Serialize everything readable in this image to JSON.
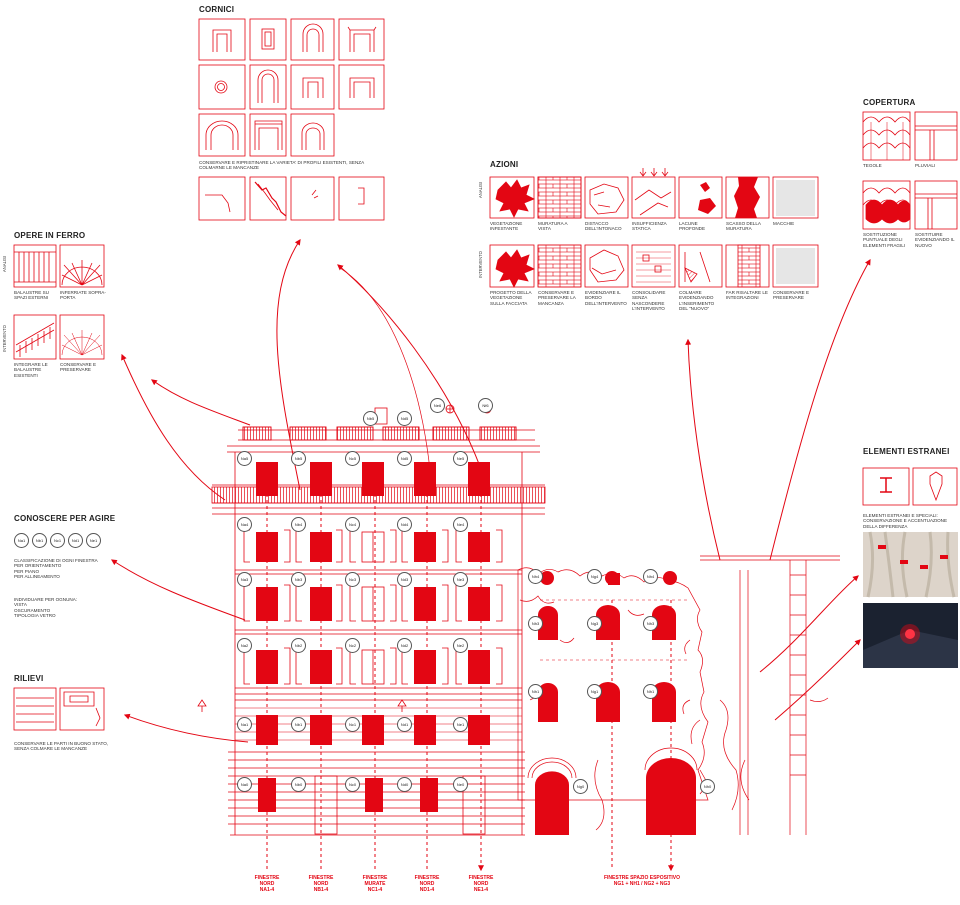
{
  "sections": {
    "cornici": {
      "title": "CORNICI",
      "caption": "CONSERVARE E RIPRISTINARE LA VARIETA' DI PROFILI ESISTENTI, SENZA COLMARNE LE MANCANZE"
    },
    "copertura": {
      "title": "COPERTURA",
      "tiles": [
        "TEGOLE",
        "PLUVIALI",
        "SOSTITUZIONE PUNTUALE DEGLI ELEMENTI FRAGILI",
        "SOSTITUIRE EVIDENZIANDO IL NUOVO"
      ]
    },
    "azioni": {
      "title": "AZIONI",
      "row_labels": [
        "ANALISI",
        "INTERVENTO"
      ],
      "analisi": [
        "VEGETAZIONE INFESTANTE",
        "MURATURA A VISTA",
        "DISTACCO DELL'INTONACO",
        "INSUFFICIENZA STATICA",
        "LACUNE PROFONDE",
        "SCASSO DELLA MURATURA",
        "MACCHIE"
      ],
      "intervento": [
        "PROGETTO DELLA VEGETAZIONE SULLA FACCIATA",
        "CONSERVARE E PRESERVARE LA MANCANZA",
        "EVIDENZIARE IL BORDO DELL'INTERVENTO",
        "CONSOLIDARE SENZA NASCONDERE L'INTERVENTO",
        "COLMARE EVIDENZIANDO L'INSERIMENTO DEL \"NUOVO\"",
        "FAR RISALTARE LE INTEGRAZIONI",
        "CONSERVARE E PRESERVARE"
      ]
    },
    "opere_in_ferro": {
      "title": "OPERE IN FERRO",
      "row_labels": [
        "ANALISI",
        "INTERVENTO"
      ],
      "analisi": [
        "BALAUSTRE SU SPAZI ESTERNI",
        "INFERRIATE SOPRA-PORTA"
      ],
      "intervento": [
        "INTEGRARE LE BALAUSTRE ESISTENTI",
        "CONSERVARE E PRESERVARE"
      ]
    },
    "conoscere": {
      "title": "CONOSCERE PER AGIRE",
      "badges": [
        "Na1",
        "Nb1",
        "Nc1",
        "Nd1",
        "Ne1"
      ],
      "text1": [
        "CLASSIFICAZIONE DI OGNI FINESTRA",
        "PER ORIENTAMENTO",
        "PER PIANO",
        "PER ALLINEAMENTO"
      ],
      "text2": [
        "INDIVIDUARE PER OGNUNA:",
        "VISTA",
        "OSCURAMENTO",
        "TIPOLOGIA VETRO"
      ]
    },
    "rilievi": {
      "title": "RILIEVI",
      "caption": "CONSERVARE LE PARTI IN BUONO STATO, SENZA COLMARE LE MANCANZE"
    },
    "elementi": {
      "title": "ELEMENTI ESTRANEI",
      "caption": "ELEMENTI ESTRANEI E SPECIALI: CONSERVAZIONE E ACCENTUAZIONE DELLA DIFFERENZA"
    }
  },
  "facade_left": {
    "roof_badges": [
      "Nb5",
      "Nd5",
      "Ne6",
      "Nf6"
    ],
    "floors": [
      [
        "Na5",
        "Nb5",
        "Nc5",
        "Nd5",
        "Ne5"
      ],
      [
        "Na4",
        "Nb4",
        "Nc4",
        "Nd4",
        "Ne4"
      ],
      [
        "Na3",
        "Nb3",
        "Nc3",
        "Nd3",
        "Ne3"
      ],
      [
        "Na2",
        "Nb2",
        "Nc2",
        "Nd2",
        "Ne2"
      ],
      [
        "Na1",
        "Nb1",
        "Nc1",
        "Nd1",
        "Ne1"
      ],
      [
        "Na0",
        "Nb0",
        "Nc0",
        "Nd0",
        "Ne0"
      ]
    ]
  },
  "facade_right": {
    "badges": [
      "Nh4",
      "Ng4",
      "Nh4",
      "Nh3",
      "Ng3",
      "Nh3",
      "Nh1",
      "Ng1",
      "Nh1",
      "Ng0",
      "Nh0"
    ]
  },
  "bottom_labels": [
    {
      "l1": "FINESTRE",
      "l2": "NORD",
      "l3": "Na1-4"
    },
    {
      "l1": "FINESTRE",
      "l2": "NORD",
      "l3": "Nb1-4"
    },
    {
      "l1": "FINESTRE",
      "l2": "MURATE",
      "l3": "Nc1-4"
    },
    {
      "l1": "FINESTRE",
      "l2": "NORD",
      "l3": "Nd1-4"
    },
    {
      "l1": "FINESTRE",
      "l2": "NORD",
      "l3": "Ne1-4"
    },
    {
      "l1": "FINESTRE SPAZIO ESPOSITIVO",
      "l2": "Ng1 + Nh1 / Ng2 + Ng3",
      "l3": ""
    }
  ],
  "colors": {
    "accent": "#e30613",
    "text": "#222222",
    "photo_dark": "#1b2230"
  }
}
